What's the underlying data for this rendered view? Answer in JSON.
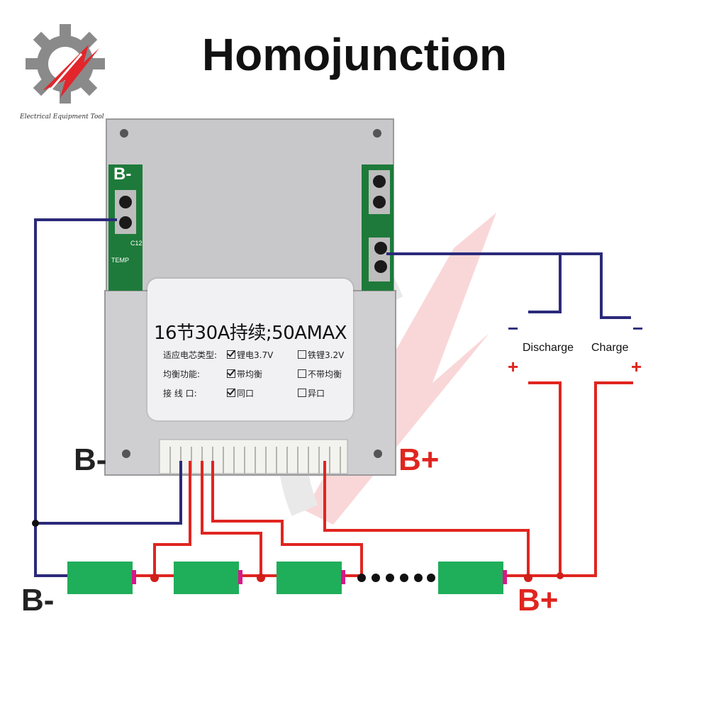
{
  "title": "Homojunction",
  "logo": {
    "caption": "Electrical Equipment Tool",
    "icon": "gear-icon"
  },
  "board": {
    "top_left_pad_label": "B-",
    "pcb_small_labels": [
      "C12",
      "TEMP"
    ],
    "sticker": {
      "main": "16节30A持续;50AMAX",
      "rows": [
        {
          "key": "适应电芯类型:",
          "a": "锂电3.7V",
          "a_checked": true,
          "b": "铁锂3.2V",
          "b_checked": false
        },
        {
          "key": "均衡功能:",
          "a": "带均衡",
          "a_checked": true,
          "b": "不带均衡",
          "b_checked": false
        },
        {
          "key": "接 线 口:",
          "a": "同口",
          "a_checked": true,
          "b": "异口",
          "b_checked": false
        }
      ]
    }
  },
  "labels": {
    "b_minus_board": "B-",
    "b_plus_board": "B+",
    "b_minus_bottom": "B-",
    "b_plus_bottom": "B+",
    "discharge": "Discharge",
    "charge": "Charge",
    "minus_sign": "−",
    "plus_sign": "+"
  },
  "colors": {
    "wire_negative": "#2b2a7a",
    "wire_positive": "#e0251f",
    "cell_body": "#1fae5a",
    "cell_terminal": "#d6198a",
    "board_metal": "#c9c9cb",
    "pcb_green": "#1e7a3a"
  },
  "battery_cells_drawn": 4
}
